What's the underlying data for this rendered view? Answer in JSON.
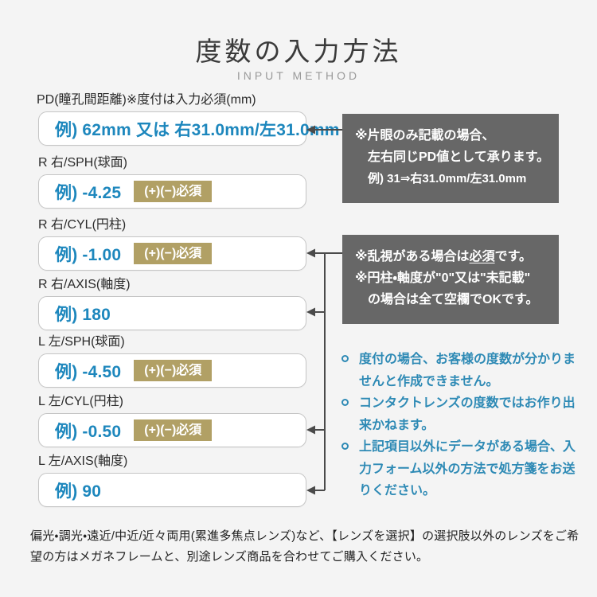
{
  "page": {
    "title": "度数の入力方法",
    "subtitle": "INPUT METHOD"
  },
  "fields": [
    {
      "label": "PD(瞳孔間距離)※度付は入力必須(mm)",
      "example": "例) 62mm 又は 右31.0mm/左31.0mm",
      "badge": ""
    },
    {
      "label": "R 右/SPH(球面)",
      "example": "例) -4.25",
      "badge": "(+)(−)必須"
    },
    {
      "label": "R 右/CYL(円柱)",
      "example": "例) -1.00",
      "badge": "(+)(−)必須"
    },
    {
      "label": "R 右/AXIS(軸度)",
      "example": "例) 180",
      "badge": ""
    },
    {
      "label": "L 左/SPH(球面)",
      "example": "例) -4.50",
      "badge": "(+)(−)必須"
    },
    {
      "label": "L 左/CYL(円柱)",
      "example": "例) -0.50",
      "badge": "(+)(−)必須"
    },
    {
      "label": "L 左/AXIS(軸度)",
      "example": "例) 90",
      "badge": ""
    }
  ],
  "callouts": {
    "pd_note": {
      "line1": "※片眼のみ記載の場合、",
      "line2": "左右同じPD値として承ります。",
      "line3": "例) 31⇒右31.0mm/左31.0mm"
    },
    "astigmatism_note": {
      "line1_pre": "※乱視がある場合は",
      "line1_em": "必須",
      "line1_post": "です。",
      "line2": "※円柱・軸度が\"0\"又は\"未記載\"",
      "line3": "の場合は全て空欄でOKです。"
    }
  },
  "notes": {
    "items": [
      "度付の場合、お客様の度数が分かりませんと作成できません。",
      "コンタクトレンズの度数ではお作り出来かねます。",
      "上記項目以外にデータがある場合、入力フォーム以外の方法で処方箋をお送りください。"
    ]
  },
  "footer": {
    "text": "偏光・調光・遠近/中近/近々両用(累進多焦点レンズ)など、【レンズを選択】の選択肢以外のレンズをご希望の方はメガネフレームと、別途レンズ商品を合わせてご購入ください。"
  },
  "colors": {
    "accent_blue": "#1d87bd",
    "badge_gold": "#b1a065",
    "callout_gray": "#676767",
    "note_blue": "#2e8ab5",
    "background": "#f4f4f4"
  }
}
